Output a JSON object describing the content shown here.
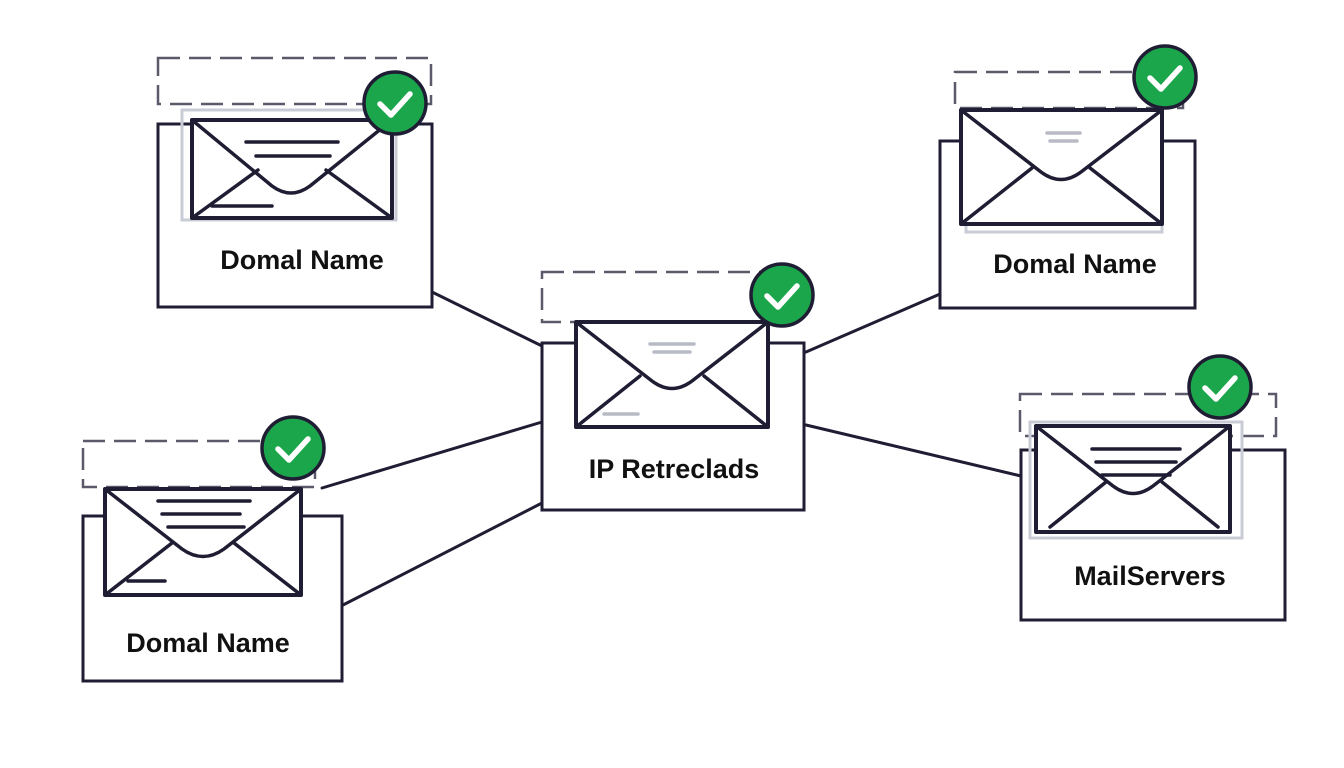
{
  "colors": {
    "ink": "#1f1d33",
    "check_green": "#1ca64c",
    "check_mark": "#ffffff",
    "background": "#ffffff"
  },
  "nodes": [
    {
      "id": "top-left",
      "label": "Domal Name",
      "icon": "envelope-icon",
      "status_icon": "check-circle-icon"
    },
    {
      "id": "bottom-left",
      "label": "Domal Name",
      "icon": "envelope-icon",
      "status_icon": "check-circle-icon"
    },
    {
      "id": "center",
      "label": "IP Retreclads",
      "icon": "envelope-icon",
      "status_icon": "check-circle-icon"
    },
    {
      "id": "top-right",
      "label": "Domal Name",
      "icon": "envelope-icon",
      "status_icon": "check-circle-icon"
    },
    {
      "id": "bottom-right",
      "label": "MailServers",
      "icon": "envelope-icon",
      "status_icon": "check-circle-icon"
    }
  ],
  "edges": [
    {
      "from": "center",
      "to": "top-left"
    },
    {
      "from": "center",
      "to": "bottom-left"
    },
    {
      "from": "center",
      "to": "top-right"
    },
    {
      "from": "center",
      "to": "bottom-right"
    }
  ]
}
